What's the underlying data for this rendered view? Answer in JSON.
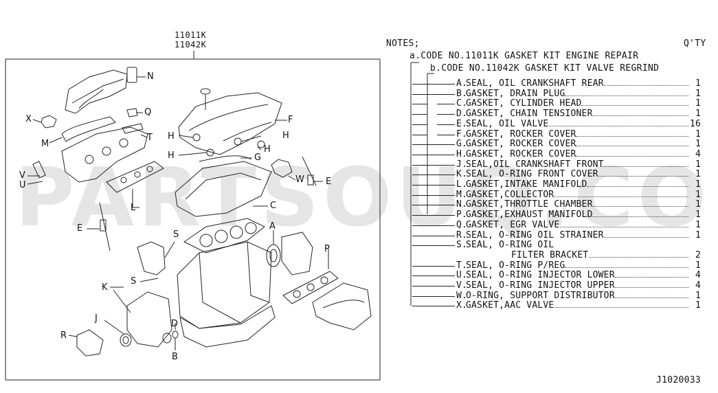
{
  "header": {
    "codes": [
      "11011K",
      "11042K"
    ]
  },
  "notes": {
    "title": "NOTES;",
    "qty_header": "Q'TY",
    "line_a": "a.CODE NO.11011K GASKET KIT ENGINE REPAIR",
    "line_b": "b.CODE NO.11042K GASKET KIT VALVE REGRIND"
  },
  "parts": [
    {
      "code": "A",
      "desc": "SEAL, OIL CRANKSHAFT REAR",
      "qty": "1"
    },
    {
      "code": "B",
      "desc": "GASKET, DRAIN PLUG",
      "qty": "1"
    },
    {
      "code": "C",
      "desc": "GASKET, CYLINDER HEAD",
      "qty": "1"
    },
    {
      "code": "D",
      "desc": "GASKET, CHAIN TENSIONER",
      "qty": "1"
    },
    {
      "code": "E",
      "desc": "SEAL, OIL VALVE",
      "qty": "16"
    },
    {
      "code": "F",
      "desc": "GASKET, ROCKER COVER",
      "qty": "1"
    },
    {
      "code": "G",
      "desc": "GASKET, ROCKER COVER",
      "qty": "1"
    },
    {
      "code": "H",
      "desc": "GASKET, ROCKER COVER",
      "qty": "4"
    },
    {
      "code": "J",
      "desc": "SEAL,OIL CRANKSHAFT FRONT",
      "qty": "1"
    },
    {
      "code": "K",
      "desc": "SEAL, O-RING FRONT COVER",
      "qty": "1"
    },
    {
      "code": "L",
      "desc": "GASKET,INTAKE MANIFOLD",
      "qty": "1"
    },
    {
      "code": "M",
      "desc": "GASKET,COLLECTOR",
      "qty": "1"
    },
    {
      "code": "N",
      "desc": "GASKET,THROTTLE CHAMBER",
      "qty": "1"
    },
    {
      "code": "P",
      "desc": "GASKET,EXHAUST MANIFOLD",
      "qty": "1"
    },
    {
      "code": "Q",
      "desc": "GASKET, EGR VALVE",
      "qty": "1"
    },
    {
      "code": "R",
      "desc": "SEAL, O-RING OIL STRAINER",
      "qty": "1"
    },
    {
      "code": "S",
      "desc": "SEAL, O-RING OIL",
      "desc2": "FILTER BRACKET",
      "qty": "2"
    },
    {
      "code": "T",
      "desc": "SEAL, O-RING P/REG",
      "qty": "1"
    },
    {
      "code": "U",
      "desc": "SEAL, O-RING INJECTOR LOWER",
      "qty": "4"
    },
    {
      "code": "V",
      "desc": "SEAL, O-RING INJECTOR UPPER",
      "qty": "4"
    },
    {
      "code": "W",
      "desc": "O-RING, SUPPORT DISTRIBUTOR",
      "qty": "1"
    },
    {
      "code": "X",
      "desc": "GASKET,AAC VALVE",
      "qty": "1"
    }
  ],
  "callouts": {
    "N": "N",
    "Q": "Q",
    "X": "X",
    "M": "M",
    "T": "T",
    "F": "F",
    "H": "H",
    "G": "G",
    "V": "V",
    "U": "U",
    "L": "L",
    "W": "W",
    "E": "E",
    "C": "C",
    "A": "A",
    "S": "S",
    "P": "P",
    "K": "K",
    "J": "J",
    "D": "D",
    "R": "R",
    "B": "B"
  },
  "watermark": "PARTSOUQ.COM",
  "footer": {
    "drawing_id": "J1020033"
  }
}
